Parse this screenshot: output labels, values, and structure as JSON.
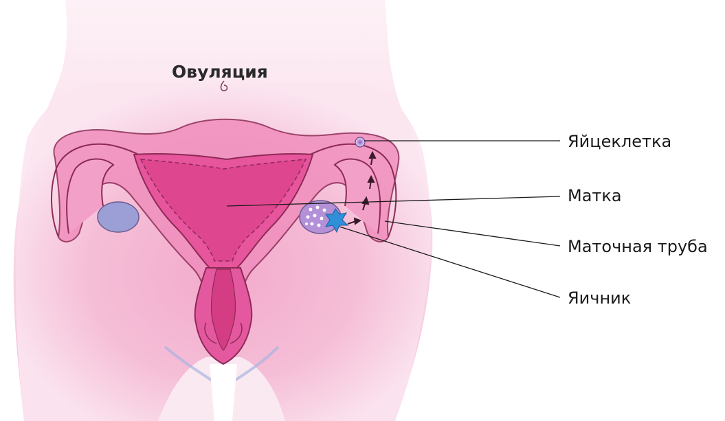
{
  "diagram": {
    "title": "Овуляция",
    "labels": {
      "egg": "Яйцеклетка",
      "uterus": "Матка",
      "tube": "Маточная труба",
      "ovary": "Яичник"
    },
    "colors": {
      "skin_light": "#fbe4ef",
      "skin_mid": "#f3b3d0",
      "skin_deep": "#e98ab8",
      "uterus_body": "#e7559c",
      "uterus_inner": "#d93b86",
      "outline": "#8c2a55",
      "ovary_left": "#9c9fd6",
      "ovary_right": "#b390d8",
      "burst": "#2f8fd8",
      "leader": "#1a1a1a"
    }
  }
}
